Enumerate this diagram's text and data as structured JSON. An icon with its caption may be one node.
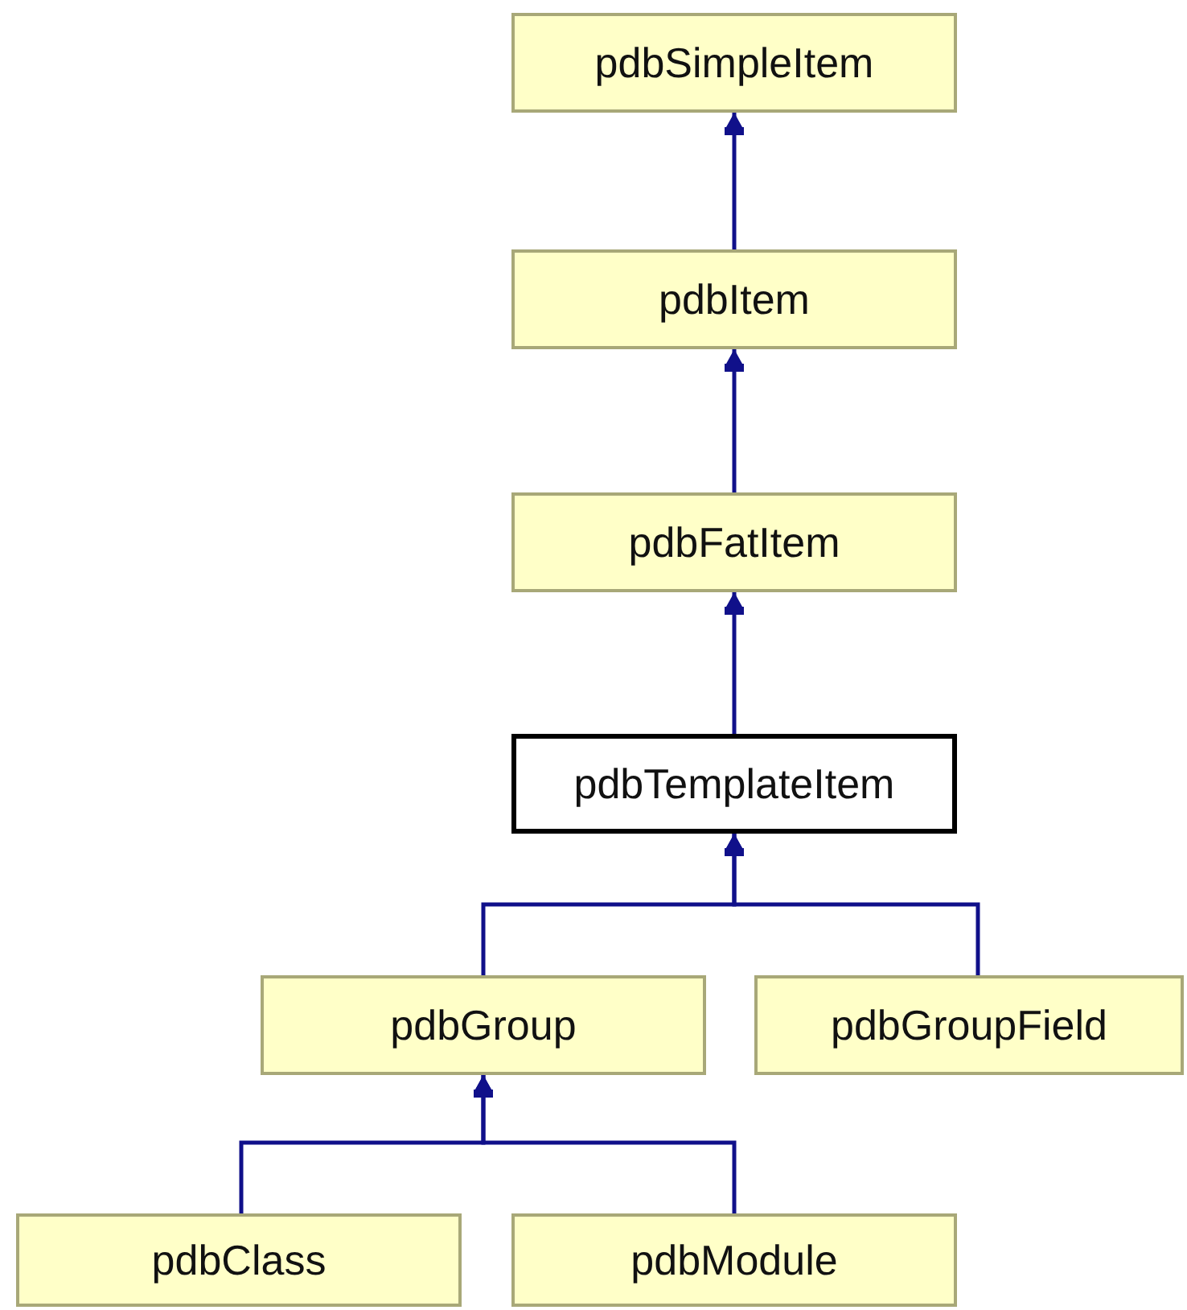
{
  "diagram": {
    "nodes": [
      {
        "text": [
          "pdbSimpleItem"
        ]
      },
      {
        "text": [
          "pdbItem"
        ]
      },
      {
        "text": [
          "pdbFatItem"
        ]
      },
      {
        "text": [
          "pdbTemplateItem"
        ]
      },
      {
        "text": [
          "pdbGroup"
        ]
      },
      {
        "text": [
          "pdbGroupField"
        ]
      },
      {
        "text": [
          "pdbClass"
        ]
      },
      {
        "text": [
          "pdbModule"
        ]
      }
    ],
    "edges": [
      {
        "from": 1,
        "to": 0,
        "arrow": "to"
      },
      {
        "from": 2,
        "to": 1,
        "arrow": "to"
      },
      {
        "from": 3,
        "to": 2,
        "arrow": "to"
      },
      {
        "from": 4,
        "to": 3,
        "arrow": "to"
      },
      {
        "from": 5,
        "to": 3,
        "arrow": "to"
      },
      {
        "from": 6,
        "to": 4,
        "arrow": "to"
      },
      {
        "from": 7,
        "to": 4,
        "arrow": "to"
      }
    ]
  }
}
